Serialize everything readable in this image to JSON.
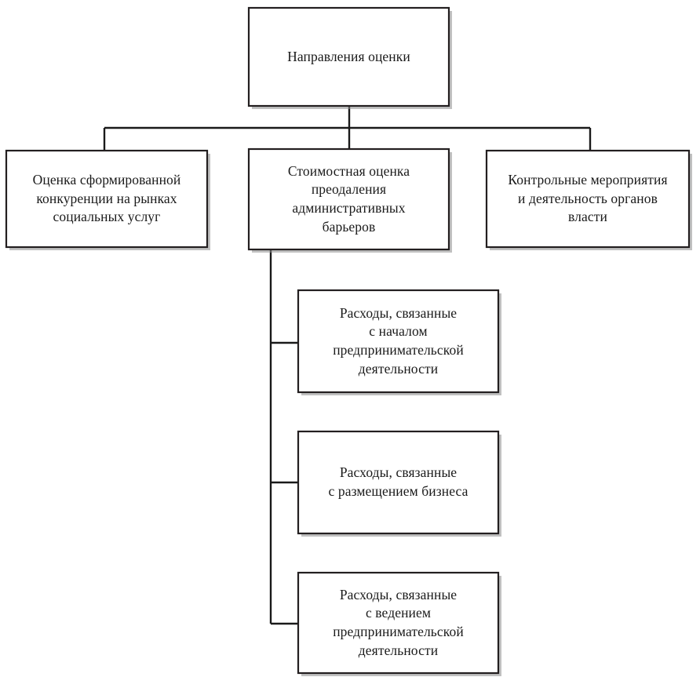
{
  "diagram": {
    "type": "tree-hierarchy",
    "orientation": "top-down",
    "background_color": "#ffffff",
    "box_fill_color": "#ffffff",
    "box_border_color": "#231f20",
    "connector_color": "#1a1a1a",
    "root": {
      "id": "root",
      "label": "Направления оценки"
    },
    "level2": [
      {
        "id": "assessment-competition",
        "label": "Оценка сформированной\nконкуренции на рынках\nсоциальных услуг"
      },
      {
        "id": "cost-assessment-barriers",
        "label": "Стоимостная оценка\nпреодаления\nадминистративных\nбарьеров"
      },
      {
        "id": "control-measures-authorities",
        "label": "Контрольные мероприятия\nи деятельность органов\nвласти"
      }
    ],
    "level3": [
      {
        "id": "costs-business-start",
        "parent": "cost-assessment-barriers",
        "label": "Расходы, связанные\nс началом\nпредпринимательской\nдеятельности"
      },
      {
        "id": "costs-business-location",
        "parent": "cost-assessment-barriers",
        "label": "Расходы, связанные\nс размещением бизнеса"
      },
      {
        "id": "costs-business-conduct",
        "parent": "cost-assessment-barriers",
        "label": "Расходы, связанные\nс ведением\nпредпринимательской\nдеятельности"
      }
    ]
  }
}
